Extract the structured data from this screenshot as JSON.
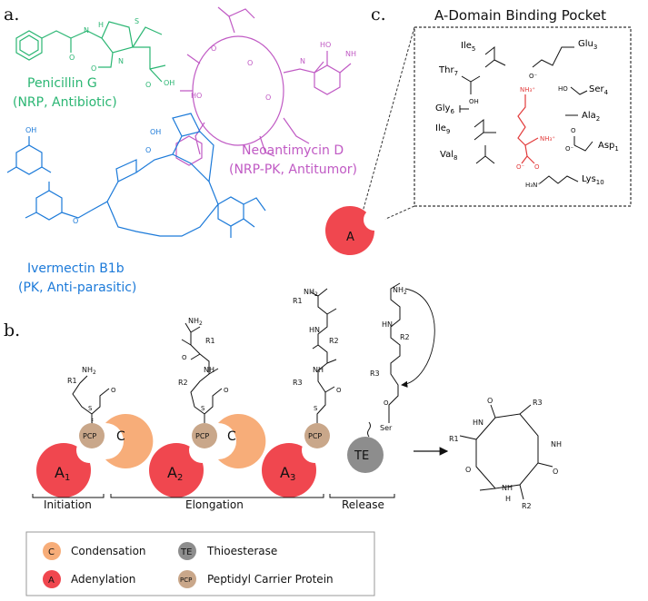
{
  "panels": {
    "a": "a.",
    "b": "b.",
    "c": "c."
  },
  "molecules": {
    "penicillin": {
      "name": "Penicillin G",
      "class": "(NRP, Antibiotic)",
      "color": "#2bb673"
    },
    "neoantimycin": {
      "name": "Neoantimycin D",
      "class": "(NRP-PK, Antitumor)",
      "color": "#c05ac4"
    },
    "ivermectin": {
      "name": "Ivermectin B1b",
      "class": "(PK, Anti-parasitic)",
      "color": "#1c7ad9"
    }
  },
  "pocket": {
    "title": "A-Domain Binding Pocket",
    "domain_label": "A",
    "residues": {
      "ile5": "Ile",
      "ile5_sub": "5",
      "glu3": "Glu",
      "glu3_sub": "3",
      "thr7": "Thr",
      "thr7_sub": "7",
      "ser4": "Ser",
      "ser4_sub": "4",
      "gly6": "Gly",
      "gly6_sub": "6",
      "ala2": "Ala",
      "ala2_sub": "2",
      "ile9": "Ile",
      "ile9_sub": "9",
      "asp1": "Asp",
      "asp1_sub": "1",
      "val8": "Val",
      "val8_sub": "8",
      "lys10": "Lys",
      "lys10_sub": "10"
    }
  },
  "pathway": {
    "domains": {
      "a1": "A",
      "a1_sub": "1",
      "a2": "A",
      "a2_sub": "2",
      "a3": "A",
      "a3_sub": "3",
      "pcp": "PCP",
      "c": "C",
      "te": "TE"
    },
    "atoms": {
      "nh2": "NH",
      "nh2_sub": "2",
      "r1": "R1",
      "r2": "R2",
      "r3": "R3",
      "hn": "HN",
      "nh": "NH",
      "h": "H",
      "s": "S",
      "o": "O",
      "ser": "Ser"
    },
    "stages": {
      "initiation": "Initiation",
      "elongation": "Elongation",
      "release": "Release"
    }
  },
  "legend": {
    "c_symbol": "C",
    "c_label": "Condensation",
    "te_symbol": "TE",
    "te_label": "Thioesterase",
    "a_symbol": "A",
    "a_label": "Adenylation",
    "pcp_symbol": "PCP",
    "pcp_label": "Peptidyl Carrier Protein"
  },
  "colors": {
    "adenylation": "#f0474f",
    "condensation": "#f7ad79",
    "pcp": "#c9a78a",
    "thioesterase": "#8d8d8d",
    "lysine": "#e23b3b"
  }
}
